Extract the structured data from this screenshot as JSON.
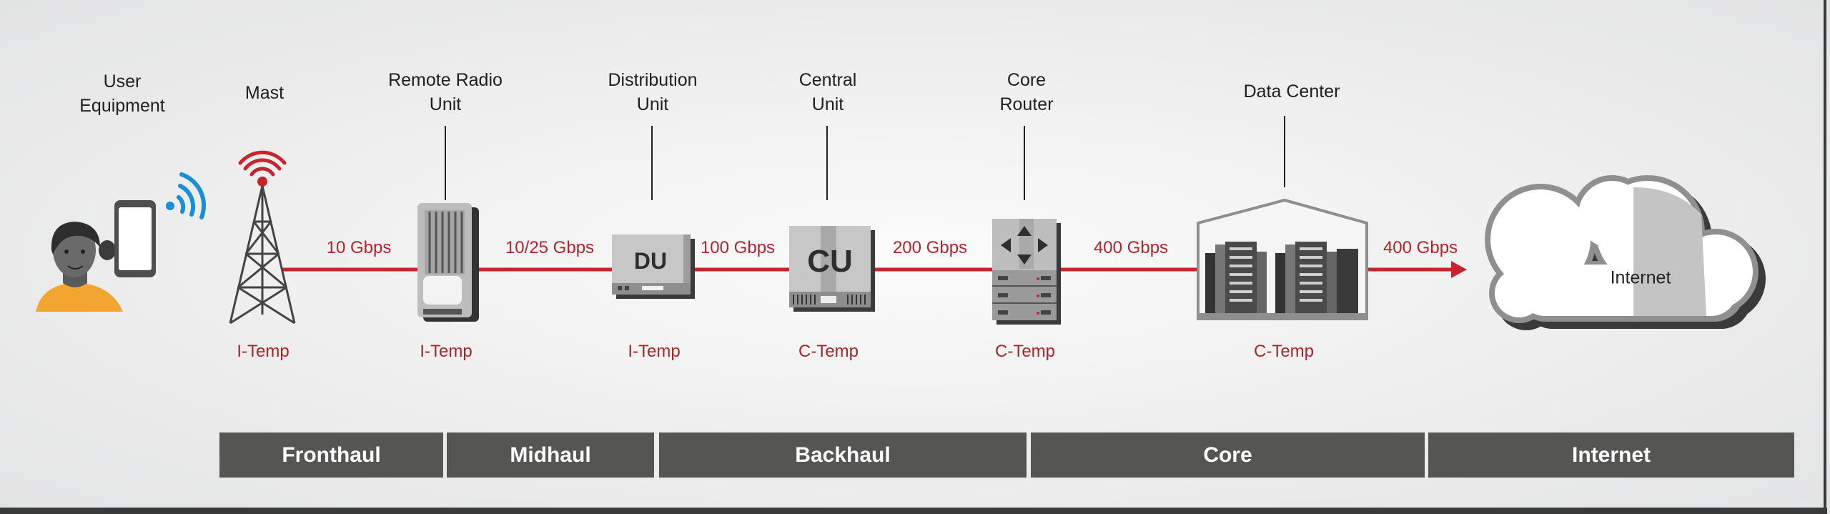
{
  "nodes": {
    "user_equipment": "User\nEquipment",
    "mast": "Mast",
    "rru": "Remote Radio\nUnit",
    "du": "Distribution\nUnit",
    "cu": "Central\nUnit",
    "core_router": "Core\nRouter",
    "data_center": "Data Center",
    "internet": "Internet"
  },
  "device_text": {
    "du": "DU",
    "cu": "CU"
  },
  "links": [
    "10 Gbps",
    "10/25 Gbps",
    "100 Gbps",
    "200 Gbps",
    "400 Gbps",
    "400 Gbps"
  ],
  "temps": [
    "I-Temp",
    "I-Temp",
    "I-Temp",
    "C-Temp",
    "C-Temp",
    "C-Temp"
  ],
  "segments": [
    "Fronthaul",
    "Midhaul",
    "Backhaul",
    "Core",
    "Internet"
  ],
  "colors": {
    "link": "#c8242b",
    "segment_bg": "#555553",
    "temp_text": "#a8252b",
    "wifi": "#1b8fd6",
    "skin": "#5a5a5a",
    "shirt": "#f2a531"
  }
}
